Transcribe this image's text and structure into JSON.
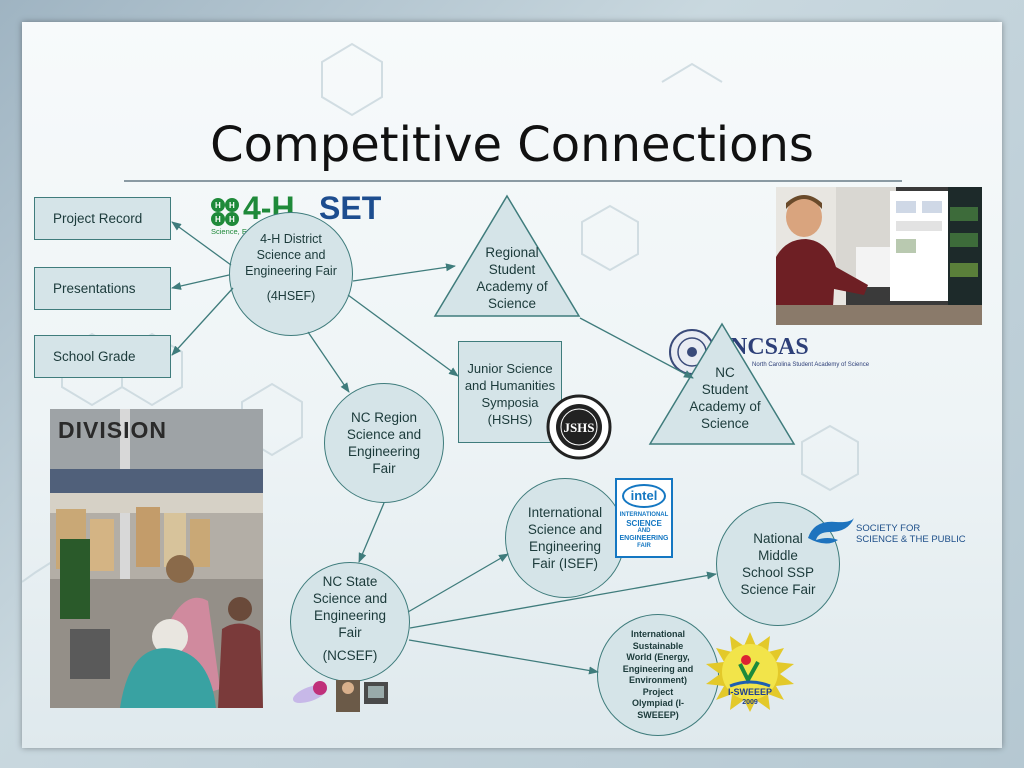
{
  "title": "Competitive Connections",
  "boxes": {
    "project_record": "Project Record",
    "presentations": "Presentations",
    "school_grade": "School Grade"
  },
  "fair4h": {
    "line1": "4-H District",
    "line2": "Science and",
    "line3": "Engineering Fair",
    "abbr": "(4HSEF)"
  },
  "regional": [
    "Regional",
    "Student",
    "Academy of",
    "Science"
  ],
  "jshs": [
    "Junior Science",
    "and Humanities",
    "Symposia",
    "(HSHS)"
  ],
  "ncsas": [
    "NC",
    "Student",
    "Academy of",
    "Science"
  ],
  "ncregion": [
    "NC Region",
    "Science and",
    "Engineering",
    "Fair"
  ],
  "isef": [
    "International",
    "Science and",
    "Engineering",
    "Fair (ISEF)"
  ],
  "national": [
    "National",
    "Middle",
    "School SSP",
    "Science Fair"
  ],
  "ncstate": {
    "lines": [
      "NC State",
      "Science and",
      "Engineering",
      "Fair"
    ],
    "abbr": "(NCSEF)"
  },
  "isweeep": [
    "International",
    "Sustainable",
    "World (Energy,",
    "Engineering and",
    "Environment)",
    "Project",
    "Olympiad (I-",
    "SWEEEP)"
  ],
  "logos": {
    "h4": "4-H",
    "set": "SET",
    "set_sub": "Science, Engineering & Technology",
    "ncsas": "NCSAS",
    "ncsas_sub": "North Carolina Student Academy of Science",
    "intel": "intel",
    "intel_lines": [
      "INTERNATIONAL",
      "SCIENCE",
      "AND",
      "ENGINEERING",
      "FAIR"
    ],
    "ssp_lines": [
      "SOCIETY FOR",
      "SCIENCE & THE PUBLIC"
    ],
    "jshs_logo": "JSHS",
    "isweeep_logo": "I-SWEEEP",
    "isweeep_year": "2009",
    "division_sign": "DIVISION"
  },
  "colors": {
    "shape_fill": "#d5e4e8",
    "shape_stroke": "#3f7c7c",
    "arrow": "#3f7c7c"
  }
}
